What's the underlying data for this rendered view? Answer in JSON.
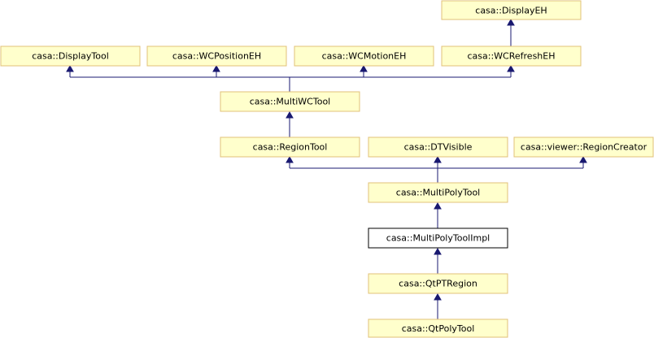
{
  "diagram": {
    "nodes": {
      "display_eh": "casa::DisplayEH",
      "display_tool": "casa::DisplayTool",
      "wc_position_eh": "casa::WCPositionEH",
      "wc_motion_eh": "casa::WCMotionEH",
      "wc_refresh_eh": "casa::WCRefreshEH",
      "multi_wc_tool": "casa::MultiWCTool",
      "region_tool": "casa::RegionTool",
      "dt_visible": "casa::DTVisible",
      "region_creator": "casa::viewer::RegionCreator",
      "multi_poly_tool": "casa::MultiPolyTool",
      "multi_poly_tool_impl": "casa::MultiPolyToolImpl",
      "qt_pt_region": "casa::QtPTRegion",
      "qt_poly_tool": "casa::QtPolyTool"
    },
    "current_node": "multi_poly_tool_impl",
    "colors": {
      "node_fill": "#ffffcc",
      "node_border": "#e0c078",
      "current_node_fill": "#ffffff",
      "current_node_border": "#000000",
      "edge": "#191970"
    }
  }
}
